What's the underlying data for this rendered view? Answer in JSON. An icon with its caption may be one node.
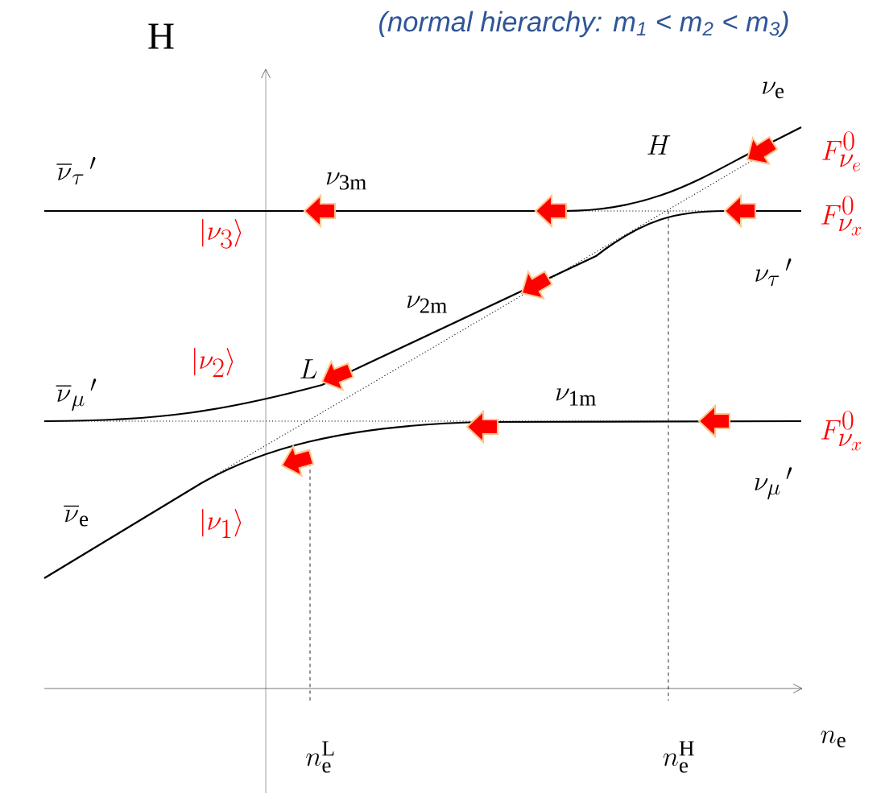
{
  "diagram": {
    "title": "(normal hierarchy: m$_{1}$ < m$_{2}$ < m$_{3}$)",
    "labels": [
      "H",
      "\\nu_{\\mathrm{3m}}",
      "H",
      "\\nu_{\\mathrm{e}}",
      "F_{\\nu_e}^{0}",
      "\\overline{\\nu}_{\\tau}\\,'",
      "|\\nu_3\\rangle",
      "F_{\\nu_x}^{0}",
      "\\nu_{\\tau}\\,'",
      "\\nu_{\\mathrm{2m}}",
      "|\\nu_2\\rangle",
      "L",
      "\\overline{\\nu}_{\\mu}\\,'",
      "\\nu_{\\mathrm{1m}}",
      "F_{\\nu_x}^{0}",
      "\\nu_{\\mu}\\,'",
      "\\overline{\\nu}_{\\mathrm{e}}",
      "|\\nu_1\\rangle",
      "n_{\\mathrm{e}}^{\\mathrm{L}}",
      "n_{\\mathrm{e}}^{\\mathrm{H}}",
      "n_{\\mathrm{e}}"
    ]
  }
}
